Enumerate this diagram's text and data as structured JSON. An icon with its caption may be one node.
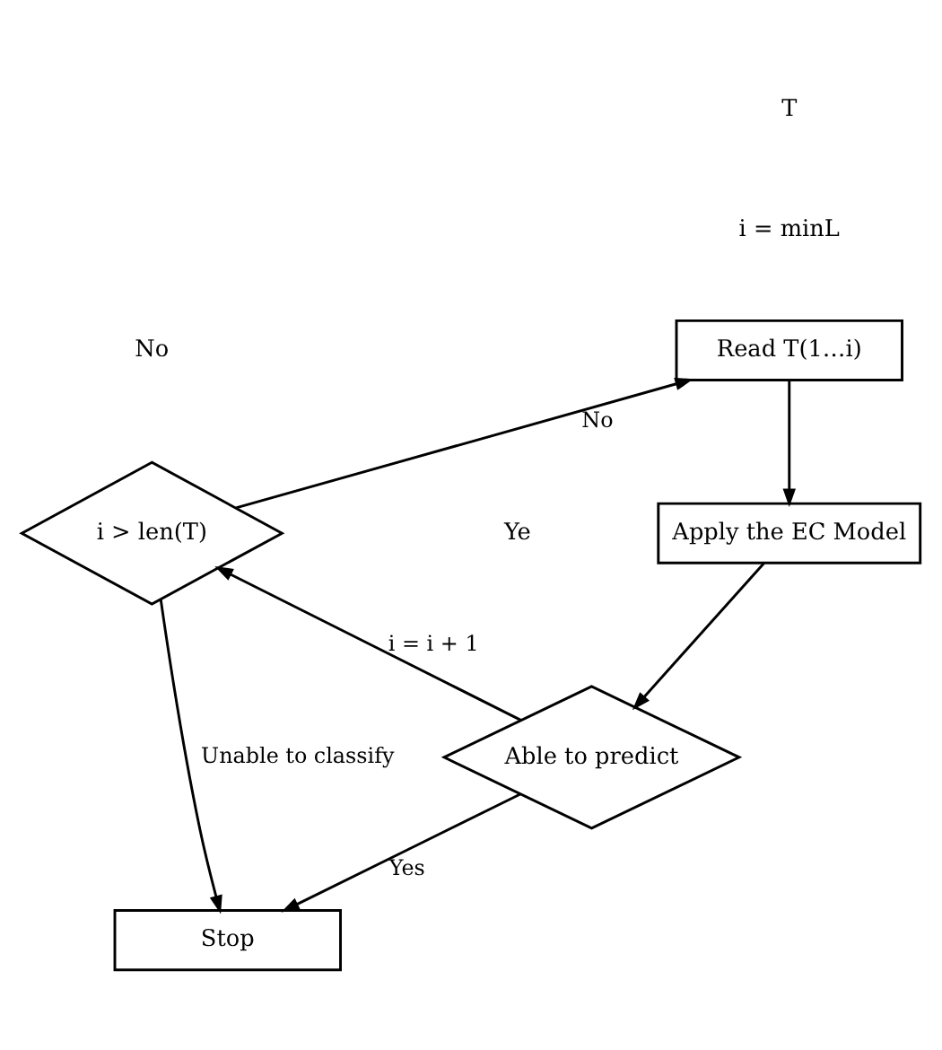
{
  "diagram": {
    "nodes": [
      {
        "text": [
          "Read T(1…i)"
        ]
      },
      {
        "text": [
          "Apply the EC Model"
        ]
      },
      {
        "text": [
          "Able to predict"
        ]
      },
      {
        "text": [
          "Stop"
        ]
      },
      {
        "text": [
          "i > len(T)"
        ]
      }
    ],
    "edges": [
      {
        "from": 0,
        "to": 1,
        "arrow": "to"
      },
      {
        "from": 1,
        "to": 2,
        "arrow": "to"
      },
      {
        "from": 2,
        "to": 3,
        "arrow": "to",
        "label": "Yes"
      },
      {
        "from": 2,
        "to": 4,
        "arrow": "to",
        "label": "i = i + 1"
      },
      {
        "from": 4,
        "to": 0,
        "arrow": "to",
        "label": "No"
      },
      {
        "from": 4,
        "to": 3,
        "arrow": "to",
        "label": "Unable to classify"
      }
    ],
    "labels": [
      "T",
      "i = minL",
      "Ye",
      "No"
    ]
  }
}
